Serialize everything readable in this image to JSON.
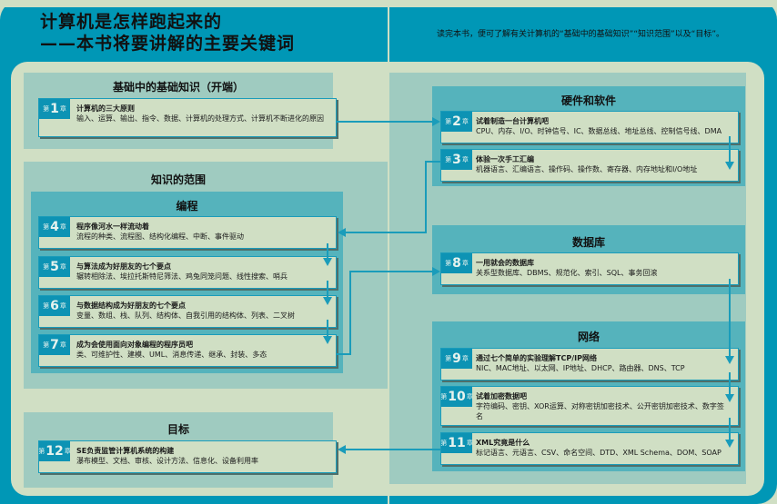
{
  "header": {
    "title_line1": "计算机是怎样跑起来的",
    "title_line2": "——本书将要讲解的主要关键词",
    "note": "读完本书，便可了解有关计算机的“基础中的基础知识”“知识范围”以及“目标”。"
  },
  "colors": {
    "frame": "#0097b6",
    "page_bg": "#d0dfc4",
    "panel": "#9fcbc0",
    "subpanel": "#55b3bc",
    "badge": "#0d93b4",
    "connector": "#1a9cba"
  },
  "badge_format": {
    "prefix": "第",
    "suffix": "章"
  },
  "sections": {
    "basics": {
      "title": "基础中的基础知识（开端）",
      "chapters": [
        {
          "num": "1",
          "title": "计算机的三大原则",
          "desc": "输入、运算、输出、指令、数据、计算机的处理方式、计算机不断进化的原因"
        }
      ]
    },
    "scope": {
      "title": "知识的范围",
      "groups": {
        "programming": {
          "title": "编程",
          "chapters": [
            {
              "num": "4",
              "title": "程序像河水一样流动着",
              "desc": "流程的种类、流程图、结构化编程、中断、事件驱动"
            },
            {
              "num": "5",
              "title": "与算法成为好朋友的七个要点",
              "desc": "辗转相除法、埃拉托斯特尼筛法、鸡兔同笼问题、线性搜索、哨兵"
            },
            {
              "num": "6",
              "title": "与数据结构成为好朋友的七个要点",
              "desc": "变量、数组、栈、队列、结构体、自我引用的结构体、列表、二叉树"
            },
            {
              "num": "7",
              "title": "成为会使用面向对象编程的程序员吧",
              "desc": "类、可维护性、建模、UML、消息传递、继承、封装、多态"
            }
          ]
        },
        "hardware_software": {
          "title": "硬件和软件",
          "chapters": [
            {
              "num": "2",
              "title": "试着制造一台计算机吧",
              "desc": "CPU、内存、I/O、时钟信号、IC、数据总线、地址总线、控制信号线、DMA"
            },
            {
              "num": "3",
              "title": "体验一次手工汇编",
              "desc": "机器语言、汇编语言、操作码、操作数、寄存器、内存地址和I/O地址"
            }
          ]
        },
        "database": {
          "title": "数据库",
          "chapters": [
            {
              "num": "8",
              "title": "一用就会的数据库",
              "desc": "关系型数据库、DBMS、规范化、索引、SQL、事务回滚"
            }
          ]
        },
        "network": {
          "title": "网络",
          "chapters": [
            {
              "num": "9",
              "title": "通过七个简单的实验理解TCP/IP网络",
              "desc": "NIC、MAC地址、以太网、IP地址、DHCP、路由器、DNS、TCP"
            },
            {
              "num": "10",
              "title": "试着加密数据吧",
              "desc": "字符编码、密钥、XOR运算、对称密钥加密技术、公开密钥加密技术、数字签名"
            },
            {
              "num": "11",
              "title": "XML究竟是什么",
              "desc": "标记语言、元语言、CSV、命名空间、DTD、XML Schema、DOM、SOAP"
            }
          ]
        }
      }
    },
    "goal": {
      "title": "目标",
      "chapters": [
        {
          "num": "12",
          "title": "SE负责监管计算机系统的构建",
          "desc": "瀑布模型、文档、审核、设计方法、信息化、设备利用率"
        }
      ]
    }
  },
  "flow": [
    "1",
    "2",
    "3",
    "4",
    "5",
    "6",
    "7",
    "8",
    "9",
    "10",
    "11",
    "12"
  ]
}
